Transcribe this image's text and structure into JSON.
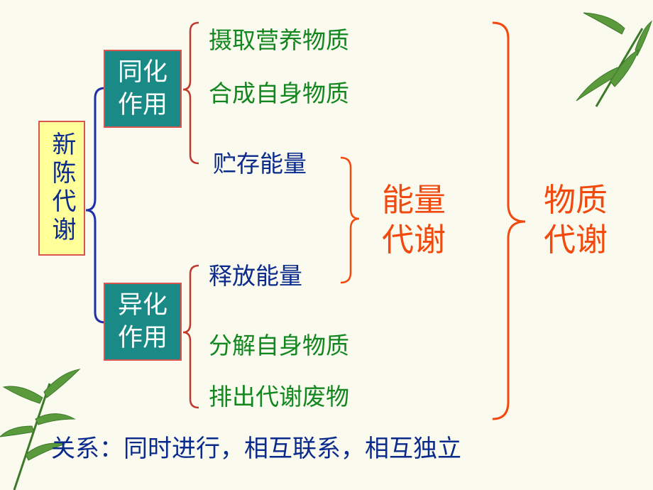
{
  "root": {
    "label": "新陈代谢"
  },
  "anabolism": {
    "line1": "同化",
    "line2": "作用"
  },
  "catabolism": {
    "line1": "异化",
    "line2": "作用"
  },
  "items": {
    "intake": "摄取营养物质",
    "synthesize": "合成自身物质",
    "store_energy": "贮存能量",
    "release_energy": "释放能量",
    "decompose": "分解自身物质",
    "excrete": "排出代谢废物"
  },
  "energy_metabolism": {
    "line1": "能量",
    "line2": "代谢"
  },
  "material_metabolism": {
    "line1": "物质",
    "line2": "代谢"
  },
  "footer": "关系：同时进行，相互联系，相互独立",
  "colors": {
    "teal": "#1a8a86",
    "green": "#12861f",
    "navy": "#0a2a8c",
    "red": "#f24a0e",
    "root_fill": "#ffff99"
  }
}
